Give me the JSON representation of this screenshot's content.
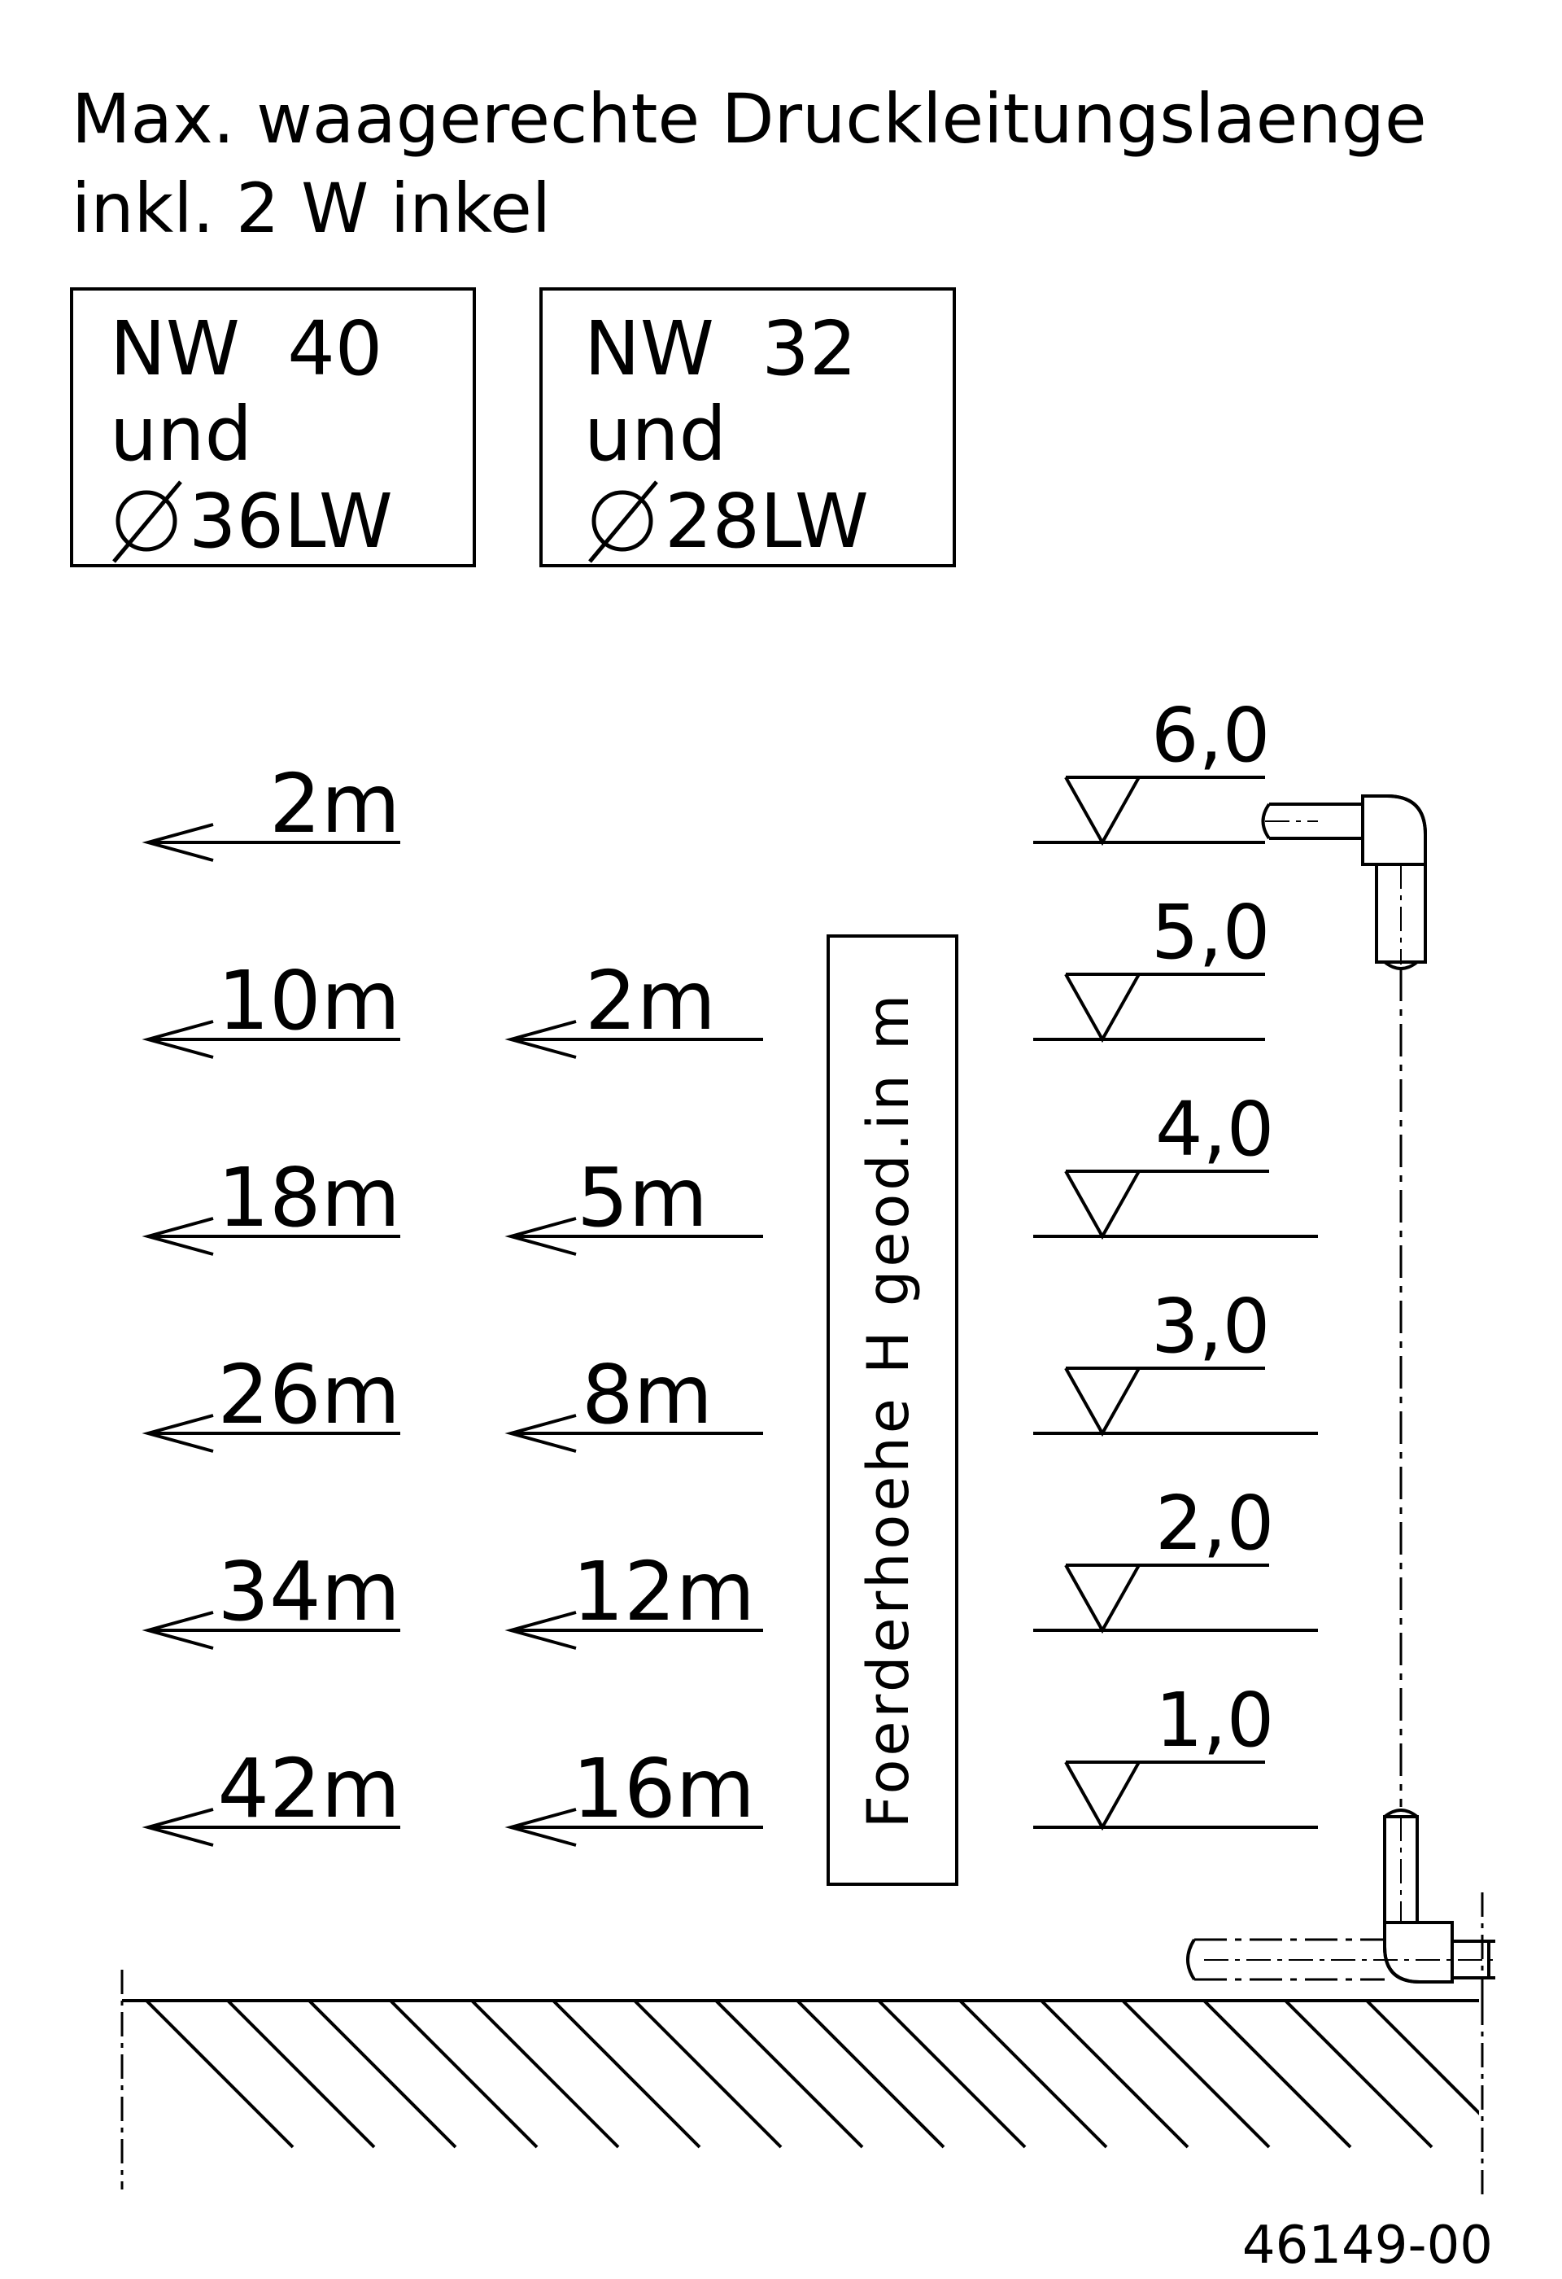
{
  "title": {
    "line1": "Max. waagerechte Druckleitungslaenge",
    "line2": "inkl. 2 W inkel"
  },
  "boxes": [
    {
      "line1": "NW  40",
      "line2": "und",
      "line3": "36LW",
      "symbol": "diameter-symbol"
    },
    {
      "line1": "NW  32",
      "line2": "und",
      "line3": "28LW",
      "symbol": "diameter-symbol"
    }
  ],
  "distances_nw40": [
    "2m",
    "10m",
    "18m",
    "26m",
    "34m",
    "42m"
  ],
  "distances_nw32": [
    "2m",
    "5m",
    "8m",
    "12m",
    "16m"
  ],
  "vertical_label": "Foerderhoehe H geod.in m",
  "levels": [
    "6,0",
    "5,0",
    "4,0",
    "3,0",
    "2,0",
    "1,0"
  ],
  "drawing_number": "46149-00"
}
